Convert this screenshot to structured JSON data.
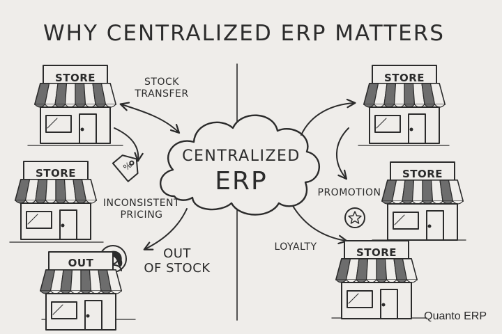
{
  "title": "WHY CENTRALIZED ERP MATTERS",
  "center": {
    "line1": "CENTRALIZED",
    "line2": "ERP"
  },
  "left_stores": [
    {
      "sign": "STORE"
    },
    {
      "sign": "STORE"
    },
    {
      "sign": "OUT"
    }
  ],
  "right_stores": [
    {
      "sign": "STORE"
    },
    {
      "sign": "STORE"
    },
    {
      "sign": "STORE"
    }
  ],
  "labels": {
    "stock_transfer": [
      "STOCK",
      "TRANSFER"
    ],
    "inconsistent_pricing": [
      "INCONSISTENT",
      "PRICING"
    ],
    "out_of_stock": [
      "OUT",
      "OF STOCK"
    ],
    "promotion": "PROMOTION",
    "loyalty": "LOYALTY"
  },
  "price_tag_symbol": "%",
  "brand": "Quanto ERP",
  "icons": [
    "price-tag-icon",
    "person-icon",
    "star-badge-icon"
  ],
  "colors": {
    "ink": "#2b2b2b",
    "paper": "#efedea"
  }
}
